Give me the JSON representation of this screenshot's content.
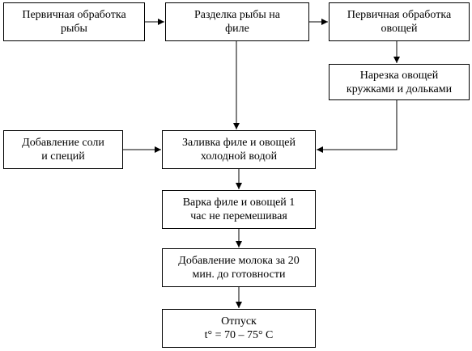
{
  "nodes": {
    "primary_fish": {
      "line1": "Первичная обработка",
      "line2": "рыбы"
    },
    "fillet": {
      "line1": "Разделка рыбы на",
      "line2": "филе"
    },
    "primary_veg": {
      "line1": "Первичная обработка",
      "line2": "овощей"
    },
    "cut_veg": {
      "line1": "Нарезка овощей",
      "line2": "кружками и дольками"
    },
    "salt": {
      "line1": "Добавление соли",
      "line2": "и специй"
    },
    "pour": {
      "line1": "Заливка филе и овощей",
      "line2": "холодной водой"
    },
    "boil": {
      "line1": "Варка филе и овощей 1",
      "line2": "час не перемешивая"
    },
    "milk": {
      "line1": "Добавление молока за 20",
      "line2": "мин. до готовности"
    },
    "serve": {
      "line1": "Отпуск",
      "line2": "t° = 70 – 75° С"
    }
  },
  "colors": {
    "stroke": "#000000",
    "background": "#ffffff"
  }
}
